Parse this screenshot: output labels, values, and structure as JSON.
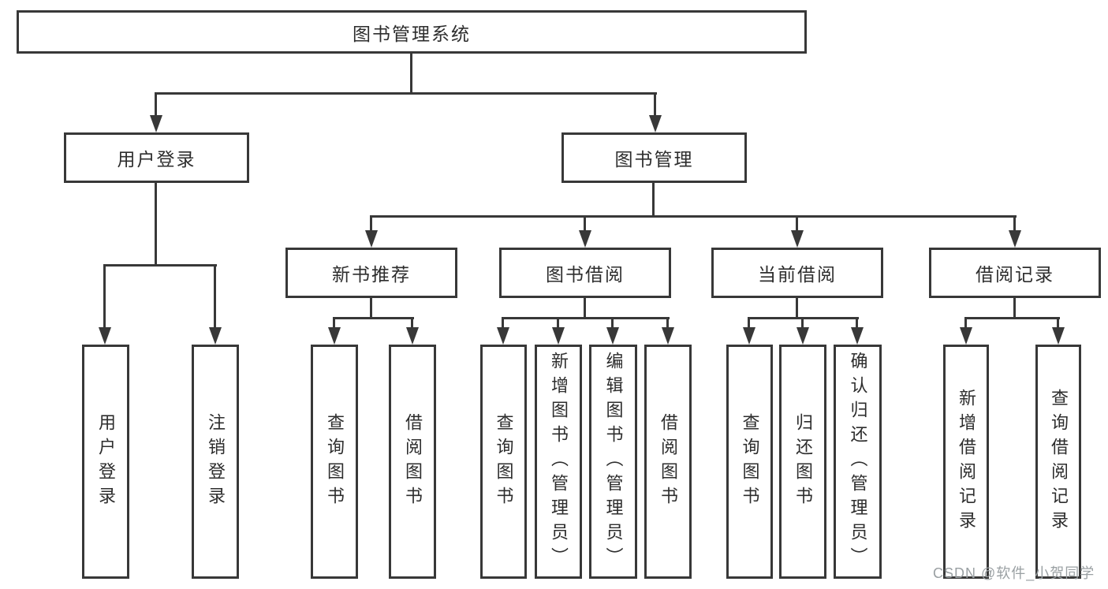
{
  "diagram_title": "图书管理系统",
  "tree": {
    "label": "图书管理系统",
    "children": [
      {
        "label": "用户登录",
        "children": [
          {
            "label": "用户登录"
          },
          {
            "label": "注销登录"
          }
        ]
      },
      {
        "label": "图书管理",
        "children": [
          {
            "label": "新书推荐",
            "children": [
              {
                "label": "查询图书"
              },
              {
                "label": "借阅图书"
              }
            ]
          },
          {
            "label": "图书借阅",
            "children": [
              {
                "label": "查询图书"
              },
              {
                "label": "新增图书（管理员）"
              },
              {
                "label": "编辑图书（管理员）"
              },
              {
                "label": "借阅图书"
              }
            ]
          },
          {
            "label": "当前借阅",
            "children": [
              {
                "label": "查询图书"
              },
              {
                "label": "归还图书"
              },
              {
                "label": "确认归还（管理员）"
              }
            ]
          },
          {
            "label": "借阅记录",
            "children": [
              {
                "label": "新增借阅记录"
              },
              {
                "label": "查询借阅记录"
              }
            ]
          }
        ]
      }
    ]
  },
  "watermark": "CSDN @软件_小贺同学",
  "colors": {
    "line": "#383838",
    "box_border": "#383838",
    "text": "#2d2d2d",
    "watermark": "#9aa0a3",
    "background": "#ffffff"
  }
}
